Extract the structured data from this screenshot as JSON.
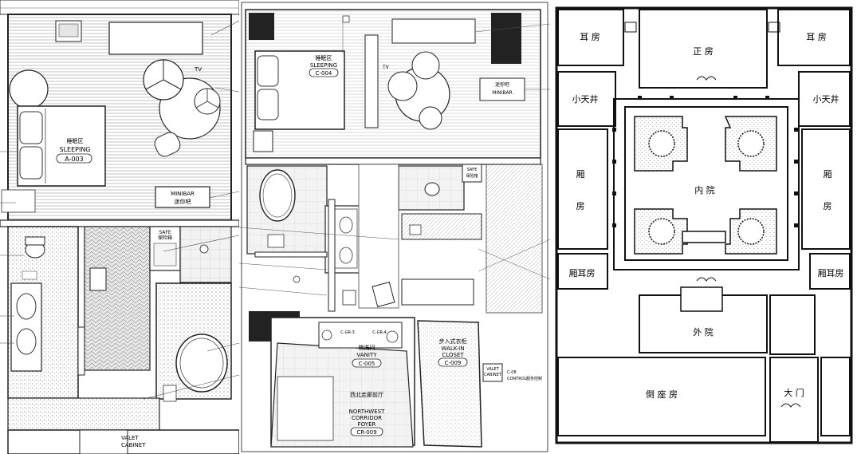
{
  "panel1": {
    "sleeping_cn": "睡眠区",
    "sleeping_en": "SLEEPING",
    "sleeping_code": "A-003",
    "tv": "TV",
    "minibar_en": "MINIBAR",
    "minibar_cn": "迷你吧",
    "safe_en": "SAFE",
    "safe_cn": "保险箱",
    "valet_en": "VALET",
    "valet_en2": "CABINET"
  },
  "panel2": {
    "sleeping_cn": "睡眠区",
    "sleeping_en": "SLEEPING",
    "sleeping_code": "C-004",
    "tv": "TV",
    "minibar_cn": "迷你吧",
    "minibar_en": "MINIBAR",
    "safe_en": "SAFE",
    "safe_cn": "保险箱",
    "vanity_cn": "梳洗间",
    "vanity_en": "VANITY",
    "vanity_code": "C-005",
    "closet_cn": "步入式衣柜",
    "closet_en1": "WALK-IN",
    "closet_en2": "CLOSET",
    "closet_code": "C-009",
    "corridor_cn": "西北走廊前厅",
    "corridor_en1": "NORTHWEST",
    "corridor_en2": "CORRIDOR",
    "corridor_en3": "FOYER",
    "corridor_code": "CR-009",
    "valet_en": "VALET",
    "cabinet_en": "CABINET",
    "control_en": "CONTROL",
    "control_cn": "服务控制",
    "tag1": "C-GR-3",
    "tag2": "C-GR-4",
    "tag3": "C-08"
  },
  "panel3": {
    "ear_room_left": "耳 房",
    "ear_room_right": "耳 房",
    "main_room": "正 房",
    "small_court_left": "小天井",
    "small_court_right": "小天井",
    "wing_left_1": "厢",
    "wing_left_2": "房",
    "wing_right_1": "厢",
    "wing_right_2": "房",
    "inner_court": "内 院",
    "wing_ear_left": "厢耳房",
    "wing_ear_right": "厢耳房",
    "outer_court": "外 院",
    "south_room": "倒 座 房",
    "gate": "大 门"
  }
}
